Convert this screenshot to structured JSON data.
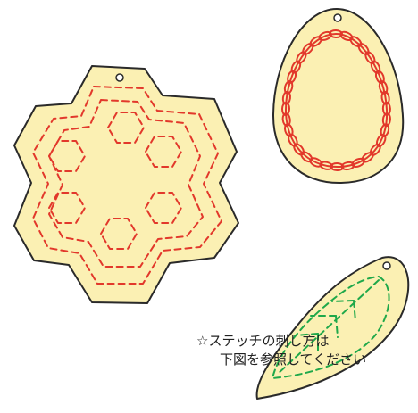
{
  "colors": {
    "felt": "#fbf0b3",
    "outline": "#2a2a2a",
    "red_stitch": "#e2382b",
    "green_stitch": "#1fa84a"
  },
  "ornaments": [
    {
      "name": "hexagon-ornament",
      "stitch": "running-stitch",
      "stitch_color": "red"
    },
    {
      "name": "egg-ornament",
      "stitch": "chain-stitch",
      "stitch_color": "red"
    },
    {
      "name": "leaf-ornament",
      "stitch": "running-stitch",
      "stitch_color": "green"
    }
  ],
  "note": {
    "line1": "☆ステッチの刺し方は",
    "line2": "下図を参照してください"
  }
}
